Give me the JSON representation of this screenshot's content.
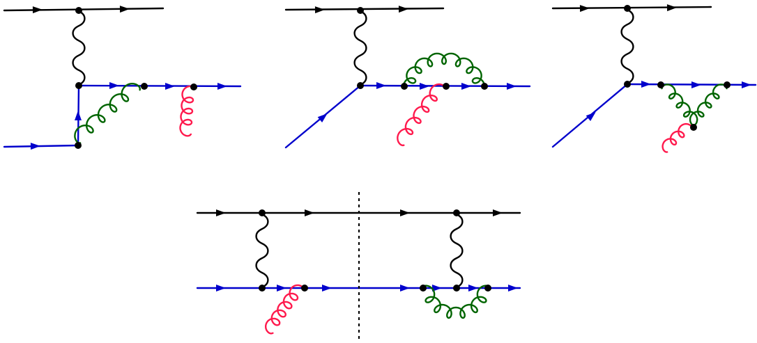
{
  "figure": {
    "colors": {
      "photon_line": "#000000",
      "quark_line": "#0000cc",
      "gluon_loop": "#006400",
      "gluon_emitted": "#ff1a4d",
      "vertex": "#000000",
      "cut": "#000000"
    },
    "diagrams": [
      {
        "label": "",
        "shows": [
          "photon-exchange",
          "quark-line",
          "gluon-loop",
          "gluon-emission"
        ]
      },
      {
        "label": "",
        "shows": [
          "photon-exchange",
          "quark-line",
          "gluon-loop",
          "gluon-emission"
        ]
      },
      {
        "label": "",
        "shows": [
          "photon-exchange",
          "quark-line",
          "gluon-loop",
          "gluon-emission"
        ]
      },
      {
        "label": "",
        "shows": [
          "photon-exchange",
          "quark-line",
          "gluon-loop",
          "gluon-emission",
          "cut-line"
        ]
      }
    ]
  }
}
